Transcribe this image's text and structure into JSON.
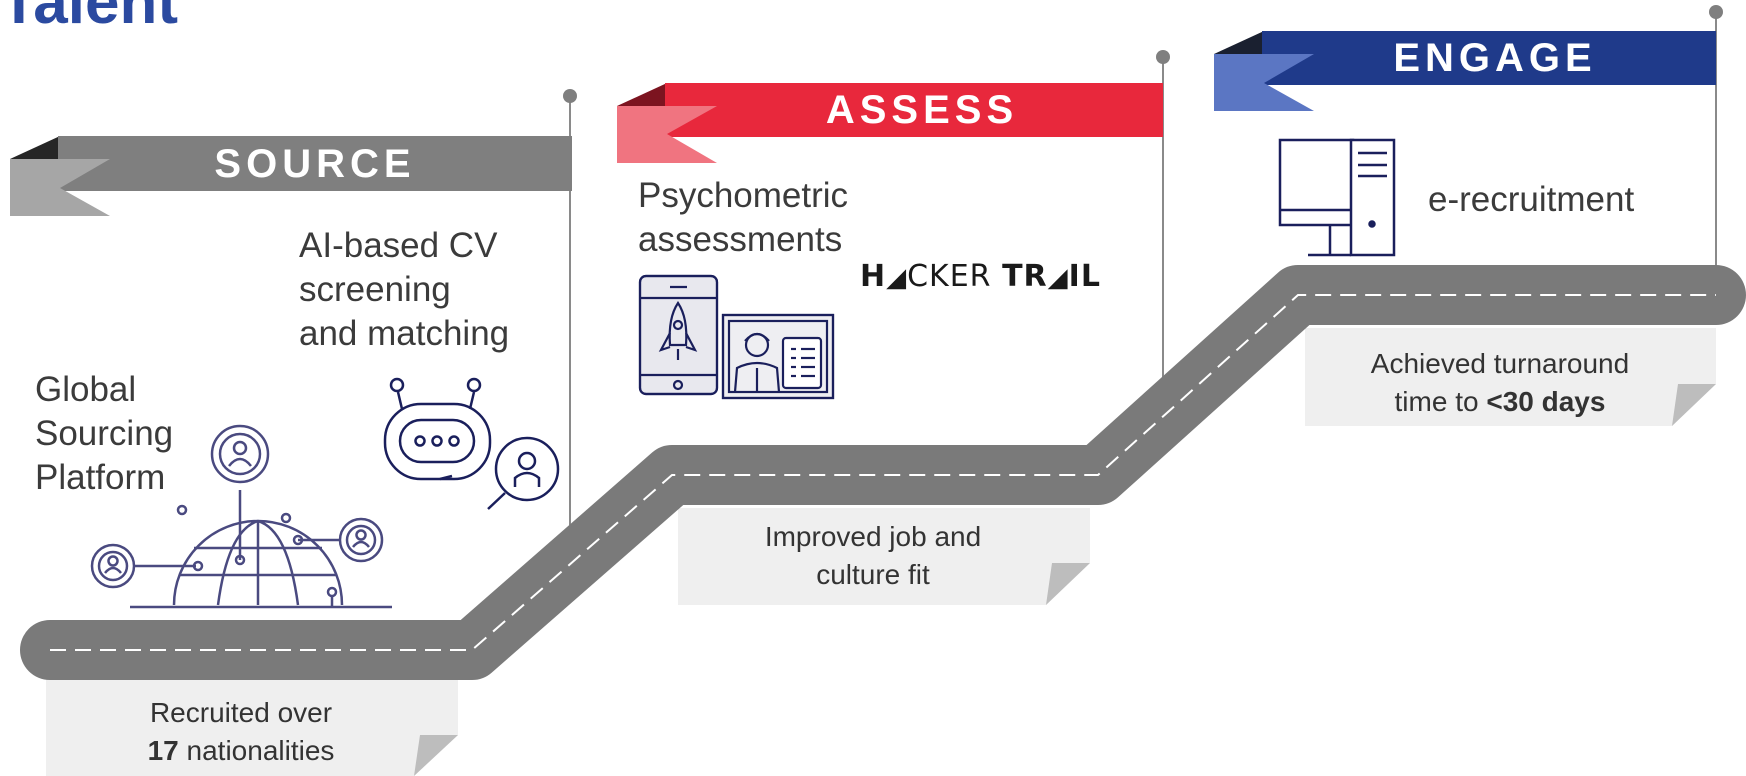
{
  "page": {
    "title_fragment": "Talent"
  },
  "colors": {
    "source": "#7f7f7f",
    "source_dark": "#262626",
    "source_light": "#a6a6a6",
    "assess": "#e8283c",
    "assess_dark": "#7c1420",
    "assess_light": "#f07480",
    "engage": "#1f3a8a",
    "engage_dark": "#1a2030",
    "engage_light": "#5b76c3",
    "road": "#7a7a7a",
    "note_bg": "#f0f0f0",
    "icon_navy": "#1a1f5c"
  },
  "stages": [
    {
      "label": "SOURCE",
      "features": [
        {
          "lines": [
            "Global",
            "Sourcing",
            "Platform"
          ],
          "icon": "globe-network-icon"
        },
        {
          "lines": [
            "AI-based CV",
            "screening",
            "and matching"
          ],
          "icon": "chatbot-icon"
        }
      ],
      "outcome": {
        "line1": "Recruited over",
        "line2_bold": "17",
        "line2_rest": " nationalities"
      }
    },
    {
      "label": "ASSESS",
      "features": [
        {
          "lines": [
            "Psychometric",
            "assessments"
          ],
          "icon": "mobile-assessment-icon"
        }
      ],
      "logo": {
        "part1": "H",
        "part2": "CKER ",
        "part3": "TR",
        "part4": "IL"
      },
      "outcome": {
        "line1": "Improved job and",
        "line2_bold": "",
        "line2_rest": "culture fit"
      }
    },
    {
      "label": "ENGAGE",
      "features": [
        {
          "lines": [
            "e-recruitment"
          ],
          "icon": "desktop-computer-icon"
        }
      ],
      "outcome": {
        "line1": "Achieved turnaround",
        "line2_rest": "time to ",
        "line2_bold": "<30 days"
      }
    }
  ]
}
